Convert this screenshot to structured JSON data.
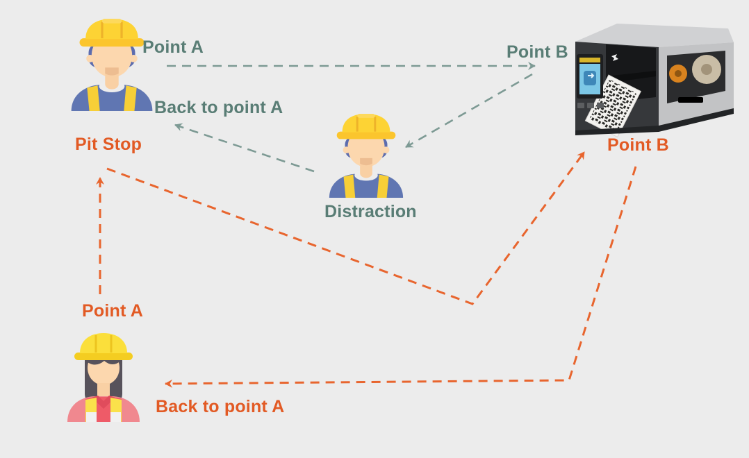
{
  "diagram": {
    "title_hint": "worker-route-comparison",
    "background": "#ececec",
    "journey_with_distraction": {
      "text_color": "#597d75",
      "line_color": "#7d9a94",
      "point_a": "Point A",
      "point_b": "Point B",
      "back_to_point_a": "Back to point A",
      "distraction": "Distraction"
    },
    "journey_with_pit_stop": {
      "text_color": "#e25a24",
      "line_color": "#e8652e",
      "pit_stop": "Pit Stop",
      "point_a": "Point A",
      "point_b": "Point B",
      "back_to_point_a": "Back to point A"
    },
    "icons": {
      "worker_top_left": "construction-worker",
      "worker_middle": "construction-worker",
      "worker_bottom_left": "female-construction-worker",
      "printer_top_right": "industrial-label-printer"
    },
    "accent_colors": {
      "helmet_yellow": "#fdd334",
      "overalls_blue": "#6076b2",
      "vest_pink": "#f0888f",
      "printer_knob_orange": "#d9831f"
    }
  }
}
